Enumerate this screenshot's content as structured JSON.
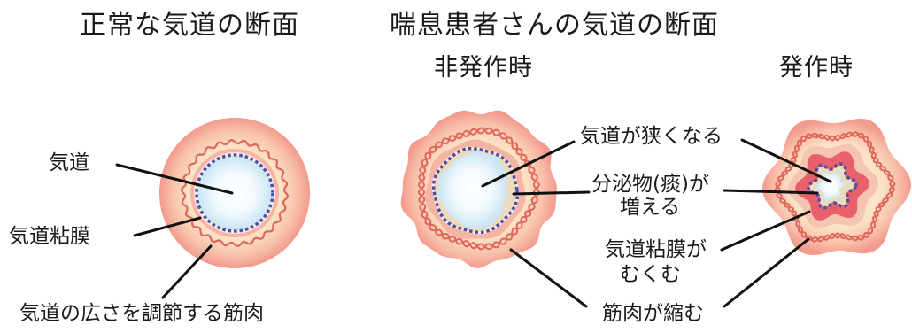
{
  "titles": {
    "normal": "正常な気道の断面",
    "asthma": "喘息患者さんの気道の断面",
    "non_attack": "非発作時",
    "attack": "発作時"
  },
  "normal_labels": {
    "airway": "気道",
    "mucosa": "気道粘膜",
    "muscle": "気道の広さを調節する筋肉"
  },
  "asthma_labels": {
    "narrowing": "気道が狭くなる",
    "secretion_line1": "分泌物(痰)が",
    "secretion_line2": "増える",
    "swelling_line1": "気道粘膜が",
    "swelling_line2": "むくむ",
    "muscle": "筋肉が縮む"
  },
  "colors": {
    "outer_tissue": "#f3a394",
    "inner_tissue": "#fbe4c9",
    "mucosa": "#f6b4a4",
    "swollen_mucosa": "#e8616a",
    "muscle": "#e0655a",
    "secretion": "#ecdcbf",
    "lumen": "#d3ebf7",
    "lumen_border": "#4f4fa3",
    "leader_line": "#111111"
  }
}
